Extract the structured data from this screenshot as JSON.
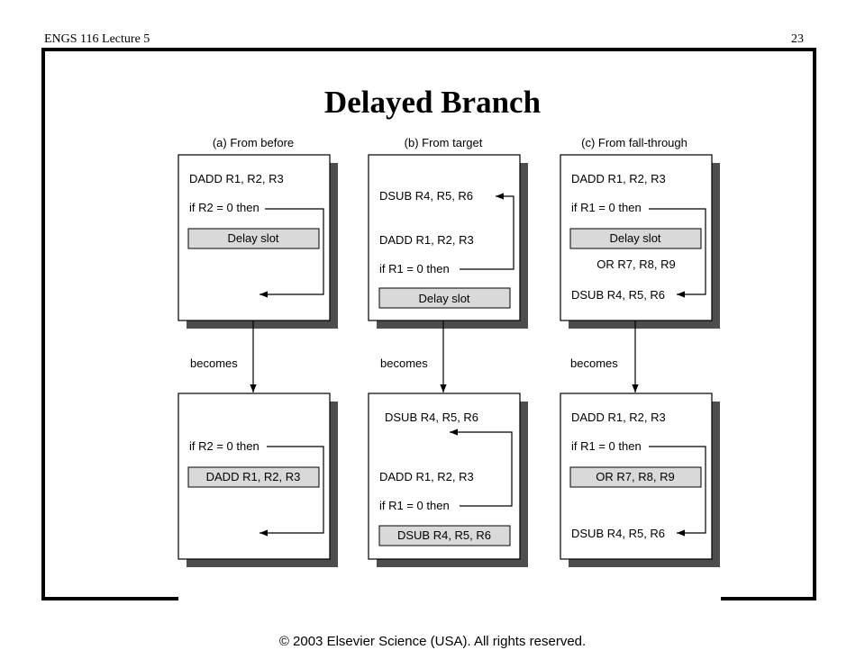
{
  "header": {
    "left": "ENGS 116 Lecture 5",
    "right": "23"
  },
  "title": "Delayed Branch",
  "copyright": "© 2003 Elsevier Science (USA). All rights reserved.",
  "diagram": {
    "becomes_label": "becomes",
    "columns": [
      {
        "caption": "(a)  From before",
        "before": {
          "lines": [
            "DADD R1, R2, R3",
            "if R2 = 0 then"
          ],
          "slot": "Delay slot"
        },
        "after": {
          "lines": [
            "if R2 = 0 then"
          ],
          "slot": "DADD R1, R2, R3"
        }
      },
      {
        "caption": "(b)  From target",
        "before": {
          "lines": [
            "DSUB R4, R5, R6",
            "DADD R1, R2, R3",
            "if R1 = 0 then"
          ],
          "slot": "Delay slot"
        },
        "after": {
          "lines": [
            "DSUB R4, R5, R6",
            "DADD R1, R2, R3",
            "if R1 = 0 then"
          ],
          "slot": "DSUB R4, R5, R6"
        }
      },
      {
        "caption": "(c)  From fall-through",
        "before": {
          "lines": [
            "DADD R1, R2, R3",
            "if R1 = 0 then",
            "OR R7, R8, R9",
            "DSUB R4, R5, R6"
          ],
          "slot": "Delay slot"
        },
        "after": {
          "lines": [
            "DADD R1, R2, R3",
            "if R1 = 0 then",
            "DSUB R4, R5, R6"
          ],
          "slot": "OR R7, R8, R9"
        }
      }
    ]
  },
  "colors": {
    "slot_fill": "#d9d9d9",
    "shadow": "#4d4d4d",
    "frame": "#000000"
  }
}
